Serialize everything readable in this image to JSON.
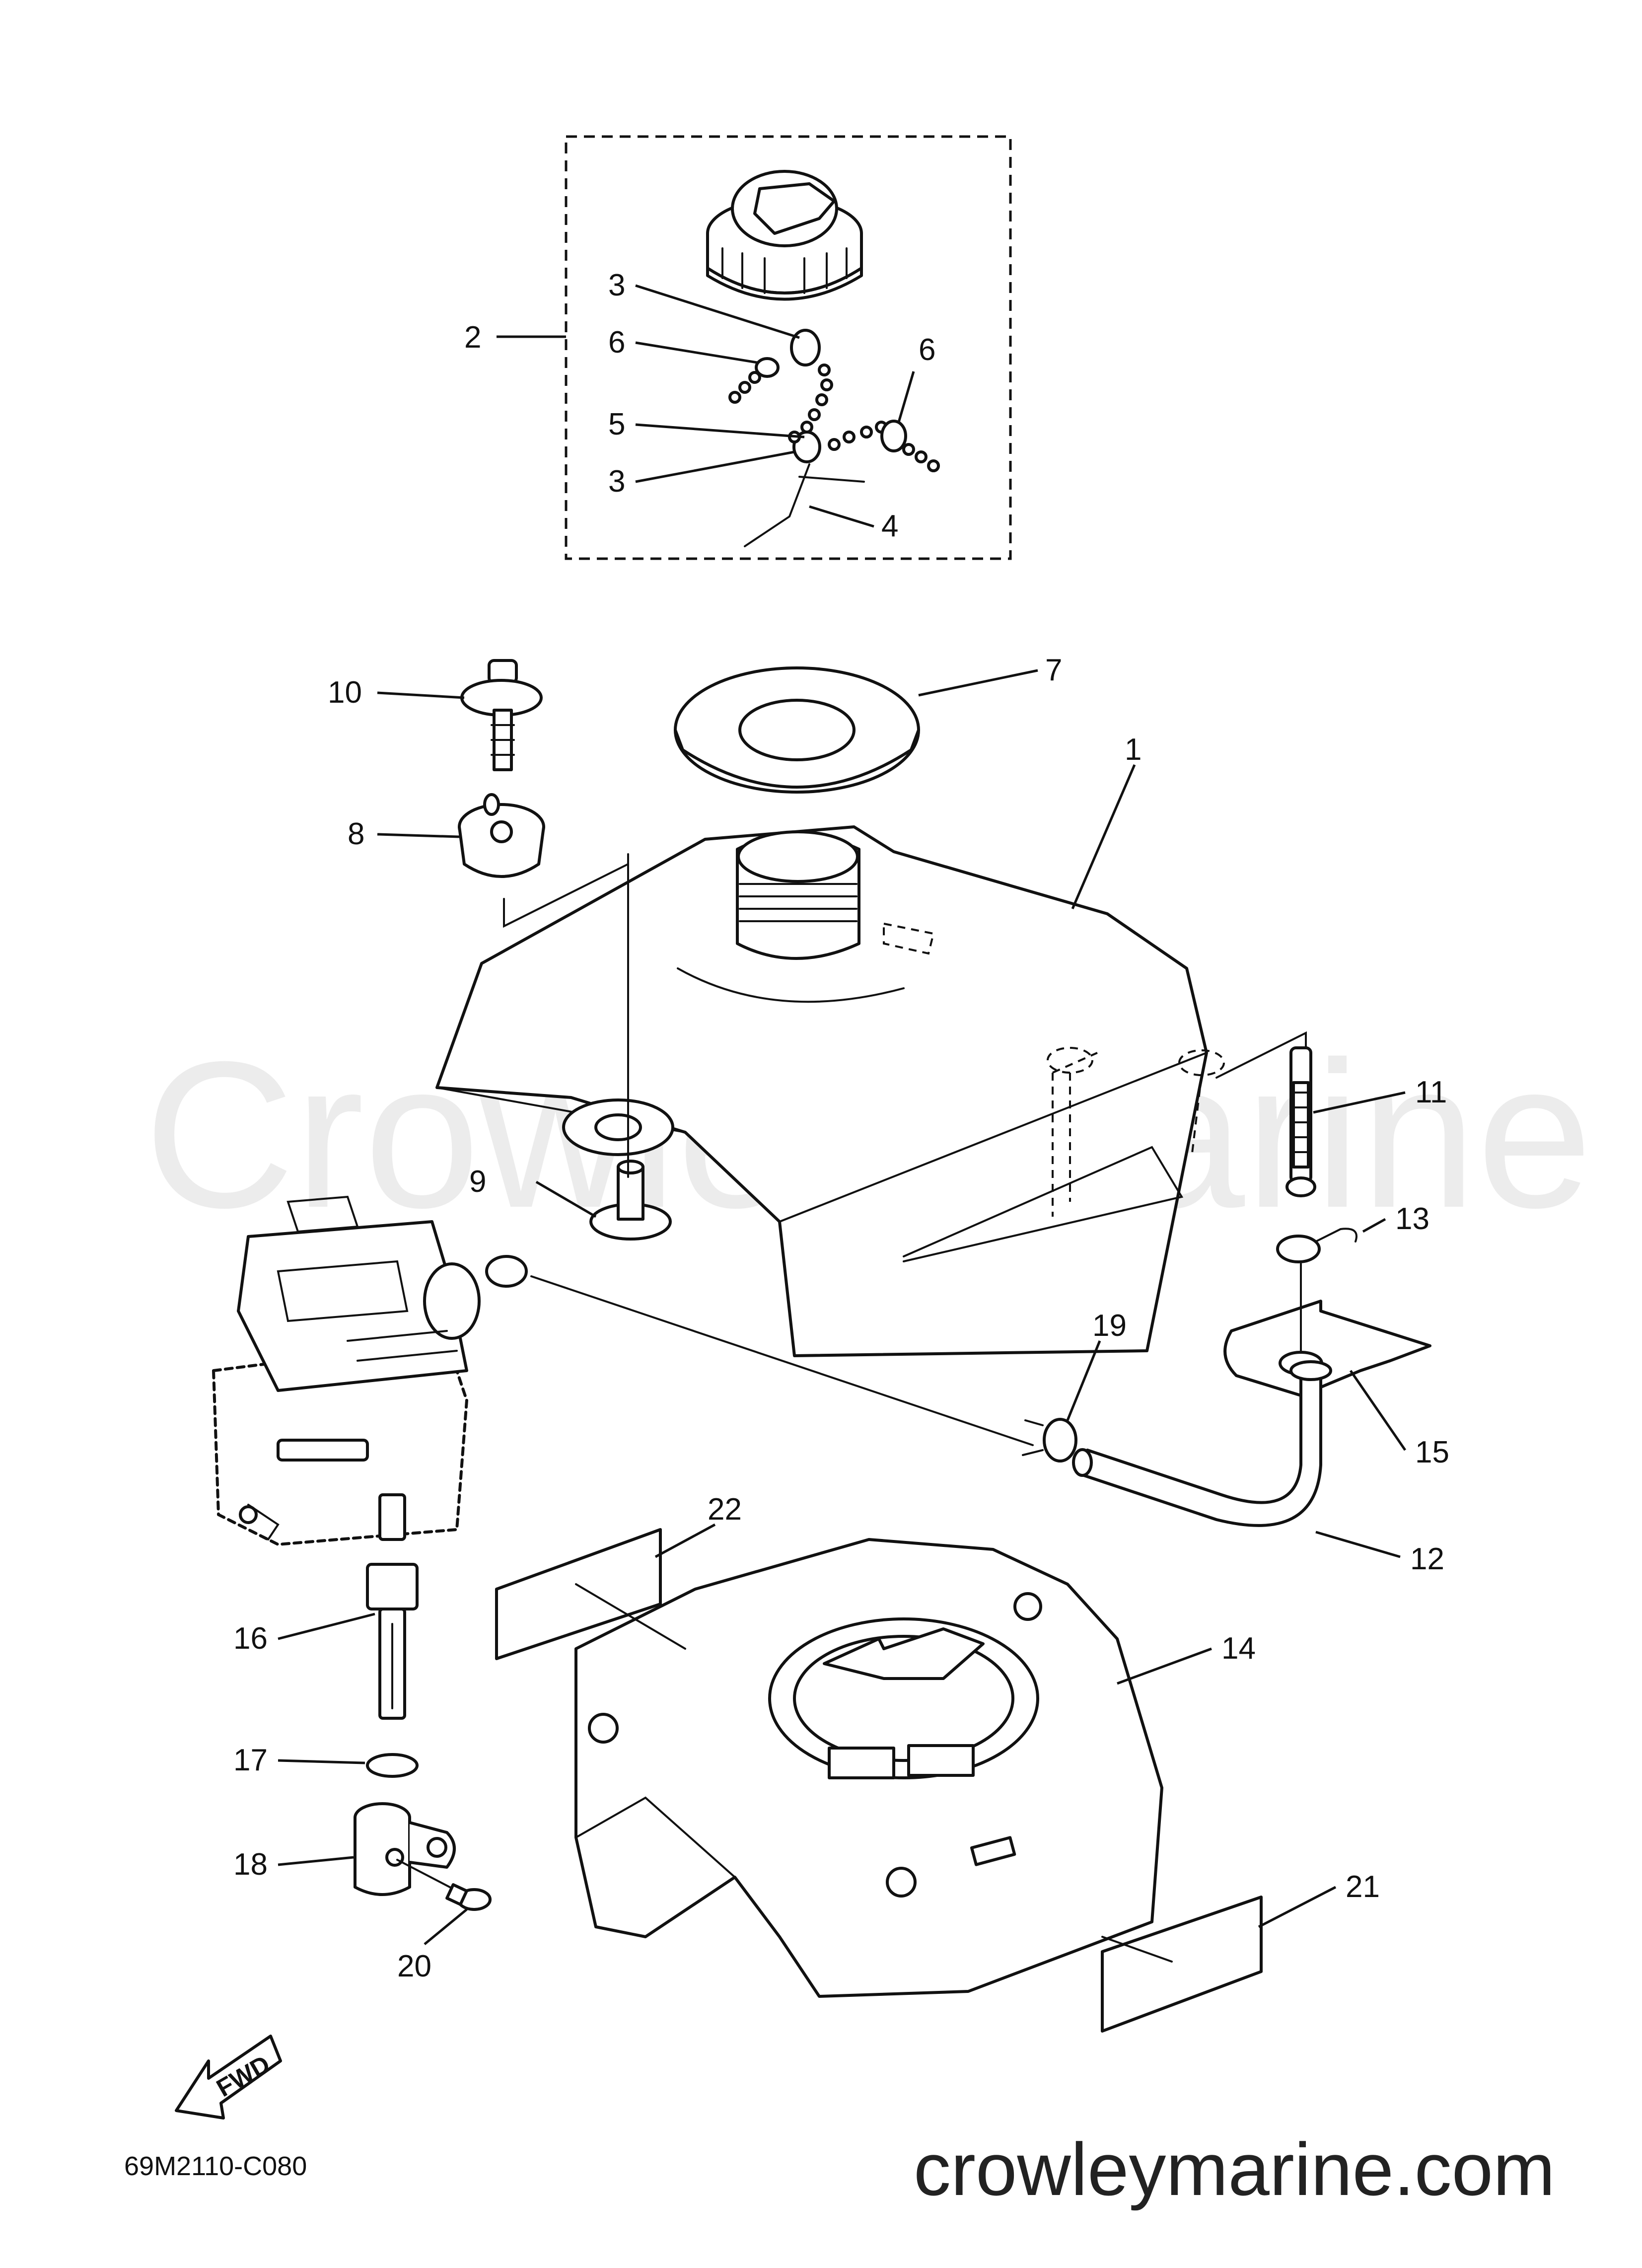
{
  "watermark": "Crowley Marine",
  "diagram_code": "69M2110-C080",
  "site_url": "crowleymarine.com",
  "fwd_label": "FWD",
  "callouts": [
    "1",
    "2",
    "3",
    "3",
    "4",
    "5",
    "6",
    "6",
    "7",
    "8",
    "9",
    "10",
    "11",
    "12",
    "13",
    "14",
    "15",
    "16",
    "17",
    "18",
    "19",
    "20",
    "21",
    "22"
  ],
  "parts": [
    {
      "id": "fuel-tank",
      "callout": "1"
    },
    {
      "id": "fuel-cap-assembly",
      "callout": "2"
    },
    {
      "id": "ring",
      "callout": "3"
    },
    {
      "id": "wire",
      "callout": "4"
    },
    {
      "id": "chain",
      "callout": "5"
    },
    {
      "id": "stopper",
      "callout": "6"
    },
    {
      "id": "grommet",
      "callout": "7"
    },
    {
      "id": "damper",
      "callout": "8"
    },
    {
      "id": "collar",
      "callout": "9"
    },
    {
      "id": "bolt",
      "callout": "10"
    },
    {
      "id": "strainer",
      "callout": "11"
    },
    {
      "id": "fuel-hose",
      "callout": "12"
    },
    {
      "id": "hose-clip",
      "callout": "13"
    },
    {
      "id": "tank-base",
      "callout": "14"
    },
    {
      "id": "plate",
      "callout": "15"
    },
    {
      "id": "fuel-cock-lever",
      "callout": "16"
    },
    {
      "id": "o-ring",
      "callout": "17"
    },
    {
      "id": "cock-holder",
      "callout": "18"
    },
    {
      "id": "screw",
      "callout": "19"
    },
    {
      "id": "clip",
      "callout": "20"
    },
    {
      "id": "label",
      "callout": "21"
    },
    {
      "id": "label",
      "callout": "22"
    }
  ]
}
